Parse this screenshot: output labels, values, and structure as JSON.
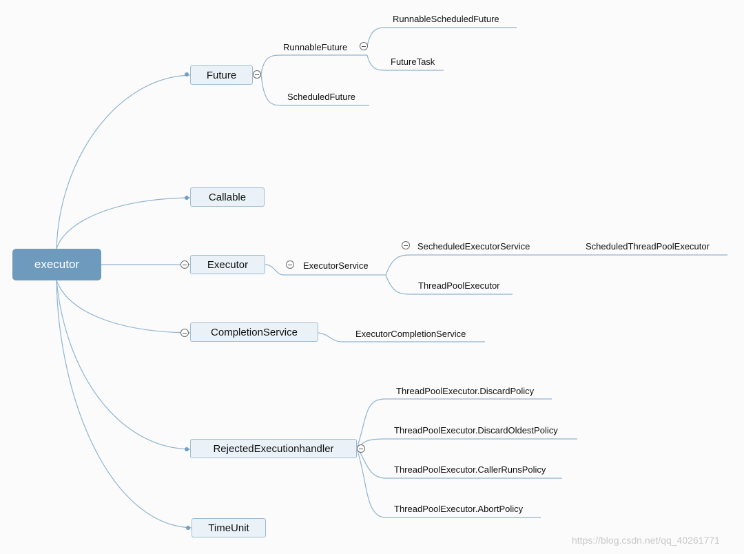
{
  "root": {
    "label": "executor"
  },
  "topics": {
    "future": {
      "label": "Future"
    },
    "callable": {
      "label": "Callable"
    },
    "executor": {
      "label": "Executor"
    },
    "completion_service": {
      "label": "CompletionService"
    },
    "rejected_handler": {
      "label": "RejectedExecutionhandler"
    },
    "time_unit": {
      "label": "TimeUnit"
    }
  },
  "future_children": {
    "runnable_future": {
      "label": "RunnableFuture"
    },
    "runnable_scheduled_future": {
      "label": "RunnableScheduledFuture"
    },
    "future_task": {
      "label": "FutureTask"
    },
    "scheduled_future": {
      "label": "ScheduledFuture"
    }
  },
  "executor_children": {
    "executor_service": {
      "label": "ExecutorService"
    },
    "scheduled_executor_service": {
      "label": "SecheduledExecutorService"
    },
    "scheduled_thread_pool_executor": {
      "label": "ScheduledThreadPoolExecutor"
    },
    "thread_pool_executor": {
      "label": "ThreadPoolExecutor"
    }
  },
  "completion_children": {
    "executor_completion_service": {
      "label": "ExecutorCompletionService"
    }
  },
  "rejected_children": {
    "discard_policy": {
      "label": "ThreadPoolExecutor.DiscardPolicy"
    },
    "discard_oldest_policy": {
      "label": "ThreadPoolExecutor.DiscardOldestPolicy"
    },
    "caller_runs_policy": {
      "label": "ThreadPoolExecutor.CallerRunsPolicy"
    },
    "abort_policy": {
      "label": "ThreadPoolExecutor.AbortPolicy"
    }
  },
  "watermark": "https://blog.csdn.net/qq_40261771",
  "colors": {
    "connector": "#8fb3cf",
    "root_fill": "#6e9bbd",
    "topic_fill": "#eaf2f8",
    "topic_border": "#9ebcd3"
  }
}
